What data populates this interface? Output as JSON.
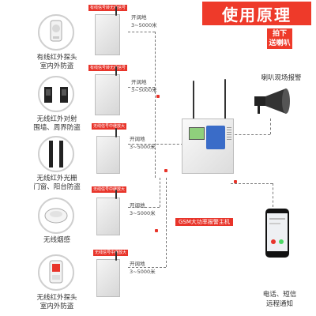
{
  "header": {
    "title": "使用原理"
  },
  "sensors": [
    {
      "label1": "有线红外探头",
      "label2": "室内外防盗",
      "tag": "有线信号转无线信号",
      "distance1": "开阔地",
      "distance2": "3~5000米"
    },
    {
      "label1": "无线红外对射",
      "label2": "围墙、周界防盗",
      "tag": "有线信号转无线信号",
      "distance1": "开阔地",
      "distance2": "3~5000米"
    },
    {
      "label1": "无线红外光栅",
      "label2": "门窗、阳台防盗",
      "tag": "无线信号中继放大",
      "distance1": "开阔地",
      "distance2": "3~5000米"
    },
    {
      "label1": "无线烟感",
      "label2": "",
      "tag": "无线信号中继放大",
      "distance1": "开阔地",
      "distance2": "3~5000米"
    },
    {
      "label1": "无线红外探头",
      "label2": "室内外防盗",
      "tag": "无线信号中继放大",
      "distance1": "开阔地",
      "distance2": "3~5000米"
    }
  ],
  "speaker": {
    "tag_line1": "拍下",
    "tag_line2": "送喇叭",
    "caption": "喇叭现场报警"
  },
  "host": {
    "banner": "GSM大功率报警主机"
  },
  "phone": {
    "caption1": "电话、短信",
    "caption2": "远程通知"
  },
  "colors": {
    "accent": "#ee3a2a"
  }
}
